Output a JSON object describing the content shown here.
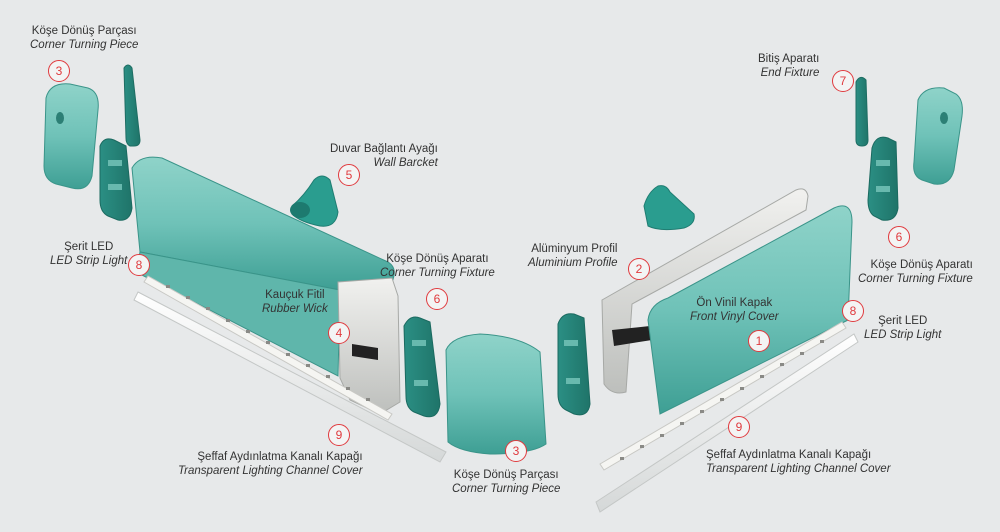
{
  "parts": [
    {
      "id": "corner-piece-left",
      "num": "3",
      "tr": "Köşe Dönüş Parçası",
      "en": "Corner Turning Piece"
    },
    {
      "id": "wall-bracket",
      "num": "5",
      "tr": "Duvar Bağlantı Ayağı",
      "en": "Wall Barcket"
    },
    {
      "id": "led-strip-left",
      "num": "8",
      "tr": "Şerit LED",
      "en": "LED Strip Light"
    },
    {
      "id": "corner-fixture-left",
      "num": "6",
      "tr": "Köşe Dönüş Aparatı",
      "en": "Corner Turning Fixture"
    },
    {
      "id": "rubber-wick",
      "num": "4",
      "tr": "Kauçuk Fitil",
      "en": "Rubber Wick"
    },
    {
      "id": "channel-cover-left",
      "num": "9",
      "tr": "Şeffaf Aydınlatma Kanalı Kapağı",
      "en": "Transparent Lighting Channel Cover"
    },
    {
      "id": "corner-piece-bottom",
      "num": "3",
      "tr": "Köşe Dönüş Parçası",
      "en": "Corner Turning Piece"
    },
    {
      "id": "aluminium-profile",
      "num": "2",
      "tr": "Alüminyum Profil",
      "en": "Aluminium Profile"
    },
    {
      "id": "front-vinyl-cover",
      "num": "1",
      "tr": "Ön Vinil Kapak",
      "en": "Front Vinyl Cover"
    },
    {
      "id": "end-fixture",
      "num": "7",
      "tr": "Bitiş Aparatı",
      "en": "End Fixture"
    },
    {
      "id": "corner-fixture-right",
      "num": "6",
      "tr": "Köşe Dönüş Aparatı",
      "en": "Corner Turning Fixture"
    },
    {
      "id": "led-strip-right",
      "num": "8",
      "tr": "Şerit LED",
      "en": "LED Strip Light"
    },
    {
      "id": "channel-cover-right",
      "num": "9",
      "tr": "Şeffaf Aydınlatma Kanalı Kapağı",
      "en": "Transparent Lighting Channel Cover"
    }
  ],
  "colors": {
    "accent": "#e03a3e",
    "vinyl": "#6fc2b8",
    "vinyl_dark": "#2f9a8e",
    "aluminium": "#d6d7d5",
    "background": "#e7e9ea"
  }
}
